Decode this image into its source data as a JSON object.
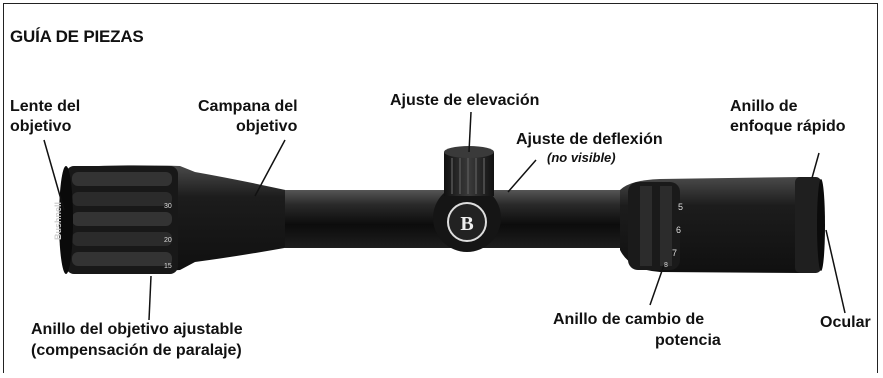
{
  "title": "GUÍA DE PIEZAS",
  "labels": {
    "lente_line1": "Lente del",
    "lente_line2": "objetivo",
    "campana_line1": "Campana del",
    "campana_line2": "objetivo",
    "elevacion": "Ajuste de elevación",
    "deflexion": "Ajuste de deflexión",
    "deflexion_note": "(no visible)",
    "anillo_enfoque_line1": "Anillo de",
    "anillo_enfoque_line2": "enfoque rápido",
    "anillo_obj_line1": "Anillo del objetivo ajustable",
    "anillo_obj_line2": "(compensación de paralaje)",
    "cambio_line1": "Anillo de cambio de",
    "cambio_line2": "potencia",
    "ocular": "Ocular"
  },
  "scope_markings": {
    "brand": "Bushnell",
    "obj_scale": [
      "30",
      "20",
      "15"
    ],
    "power_scale": [
      "5",
      "6",
      "7",
      "8"
    ]
  }
}
